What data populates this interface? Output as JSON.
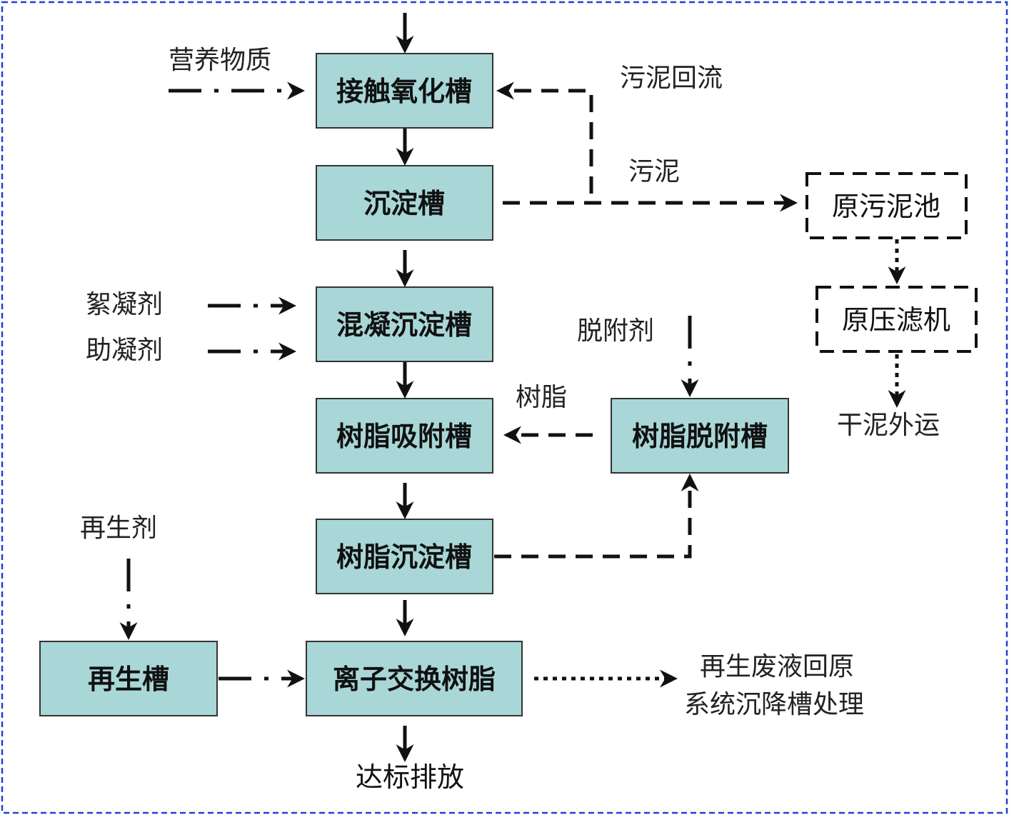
{
  "boxes": {
    "contact_oxidation": "接触氧化槽",
    "sedimentation": "沉淀槽",
    "coagulation_sedimentation": "混凝沉淀槽",
    "resin_adsorption": "树脂吸附槽",
    "resin_sedimentation": "树脂沉淀槽",
    "ion_exchange": "离子交换树脂",
    "regeneration": "再生槽",
    "resin_desorption": "树脂脱附槽",
    "raw_sludge_tank": "原污泥池",
    "raw_filter_press": "原压滤机"
  },
  "labels": {
    "nutrients": "营养物质",
    "sludge_return": "污泥回流",
    "sludge": "污泥",
    "flocculant": "絮凝剂",
    "coagulant_aid": "助凝剂",
    "desorbent": "脱附剂",
    "resin": "树脂",
    "dry_sludge_out": "干泥外运",
    "regenerant": "再生剂",
    "waste_line1": "再生废液回原",
    "waste_line2": "系统沉降槽处理",
    "discharge": "达标排放"
  },
  "colors": {
    "box_fill": "#a9d7d8",
    "frame": "#2340d6"
  }
}
